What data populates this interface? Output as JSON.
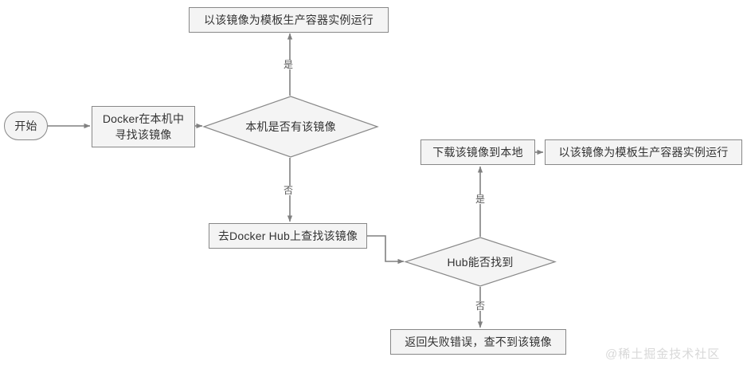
{
  "diagram": {
    "type": "flowchart",
    "title": "Docker image run flow",
    "colors": {
      "node_fill": "#f4f4f4",
      "node_stroke": "#888888",
      "edge_stroke": "#808080",
      "text": "#333333",
      "label_text": "#555555",
      "watermark": "#d8d8d8",
      "background": "#ffffff"
    },
    "nodes": [
      {
        "id": "start",
        "shape": "terminal",
        "label": "开始"
      },
      {
        "id": "search_local",
        "shape": "process",
        "label": "Docker在本机中\n寻找该镜像"
      },
      {
        "id": "has_local",
        "shape": "decision",
        "label": "本机是否有该镜像"
      },
      {
        "id": "run_local",
        "shape": "process",
        "label": "以该镜像为模板生产容器实例运行"
      },
      {
        "id": "search_hub",
        "shape": "process",
        "label": "去Docker Hub上查找该镜像"
      },
      {
        "id": "hub_found",
        "shape": "decision",
        "label": "Hub能否找到"
      },
      {
        "id": "download",
        "shape": "process",
        "label": "下载该镜像到本地"
      },
      {
        "id": "run_remote",
        "shape": "process",
        "label": "以该镜像为模板生产容器实例运行"
      },
      {
        "id": "fail",
        "shape": "process",
        "label": "返回失败错误，查不到该镜像"
      }
    ],
    "edges": [
      {
        "from": "start",
        "to": "search_local",
        "label": ""
      },
      {
        "from": "search_local",
        "to": "has_local",
        "label": ""
      },
      {
        "from": "has_local",
        "to": "run_local",
        "label": "是"
      },
      {
        "from": "has_local",
        "to": "search_hub",
        "label": "否"
      },
      {
        "from": "search_hub",
        "to": "hub_found",
        "label": ""
      },
      {
        "from": "hub_found",
        "to": "download",
        "label": "是"
      },
      {
        "from": "download",
        "to": "run_remote",
        "label": ""
      },
      {
        "from": "hub_found",
        "to": "fail",
        "label": "否"
      }
    ]
  },
  "watermark": {
    "text": "@稀土掘金技术社区"
  }
}
